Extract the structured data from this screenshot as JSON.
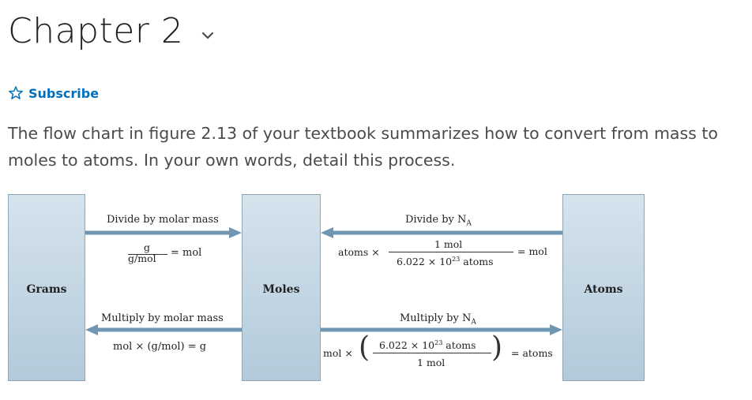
{
  "header": {
    "title": "Chapter 2",
    "subscribe_label": "Subscribe"
  },
  "question": {
    "text": "The flow chart in figure 2.13 of your textbook summarizes how to convert from mass to moles to atoms. In your own words, detail this process."
  },
  "figure": {
    "boxes": {
      "grams": "Grams",
      "moles": "Moles",
      "atoms": "Atoms"
    },
    "top_left_caption": "Divide by molar mass",
    "top_left_num": "g",
    "top_left_den": "g/mol",
    "top_left_result": "= mol",
    "top_right_caption_main": "Divide by N",
    "top_right_caption_sub": "A",
    "top_right_prefix": "atoms ×",
    "top_right_num": "1 mol",
    "top_right_den_base": "6.022 × 10",
    "top_right_den_exp": "23",
    "top_right_den_unit": " atoms",
    "top_right_result": "= mol",
    "bottom_left_caption": "Multiply by molar mass",
    "bottom_left_formula": "mol × (g/mol) = g",
    "bottom_right_caption_main": "Multiply by N",
    "bottom_right_caption_sub": "A",
    "bottom_right_prefix": "mol ×",
    "bottom_right_num_base": "6.022 × 10",
    "bottom_right_num_exp": "23",
    "bottom_right_num_unit": " atoms",
    "bottom_right_den": "1 mol",
    "bottom_right_result": "= atoms"
  },
  "colors": {
    "accent": "#006fbf",
    "arrow": "#6f97b3",
    "box_top": "#d5e3ed",
    "box_bottom": "#b3cada"
  }
}
